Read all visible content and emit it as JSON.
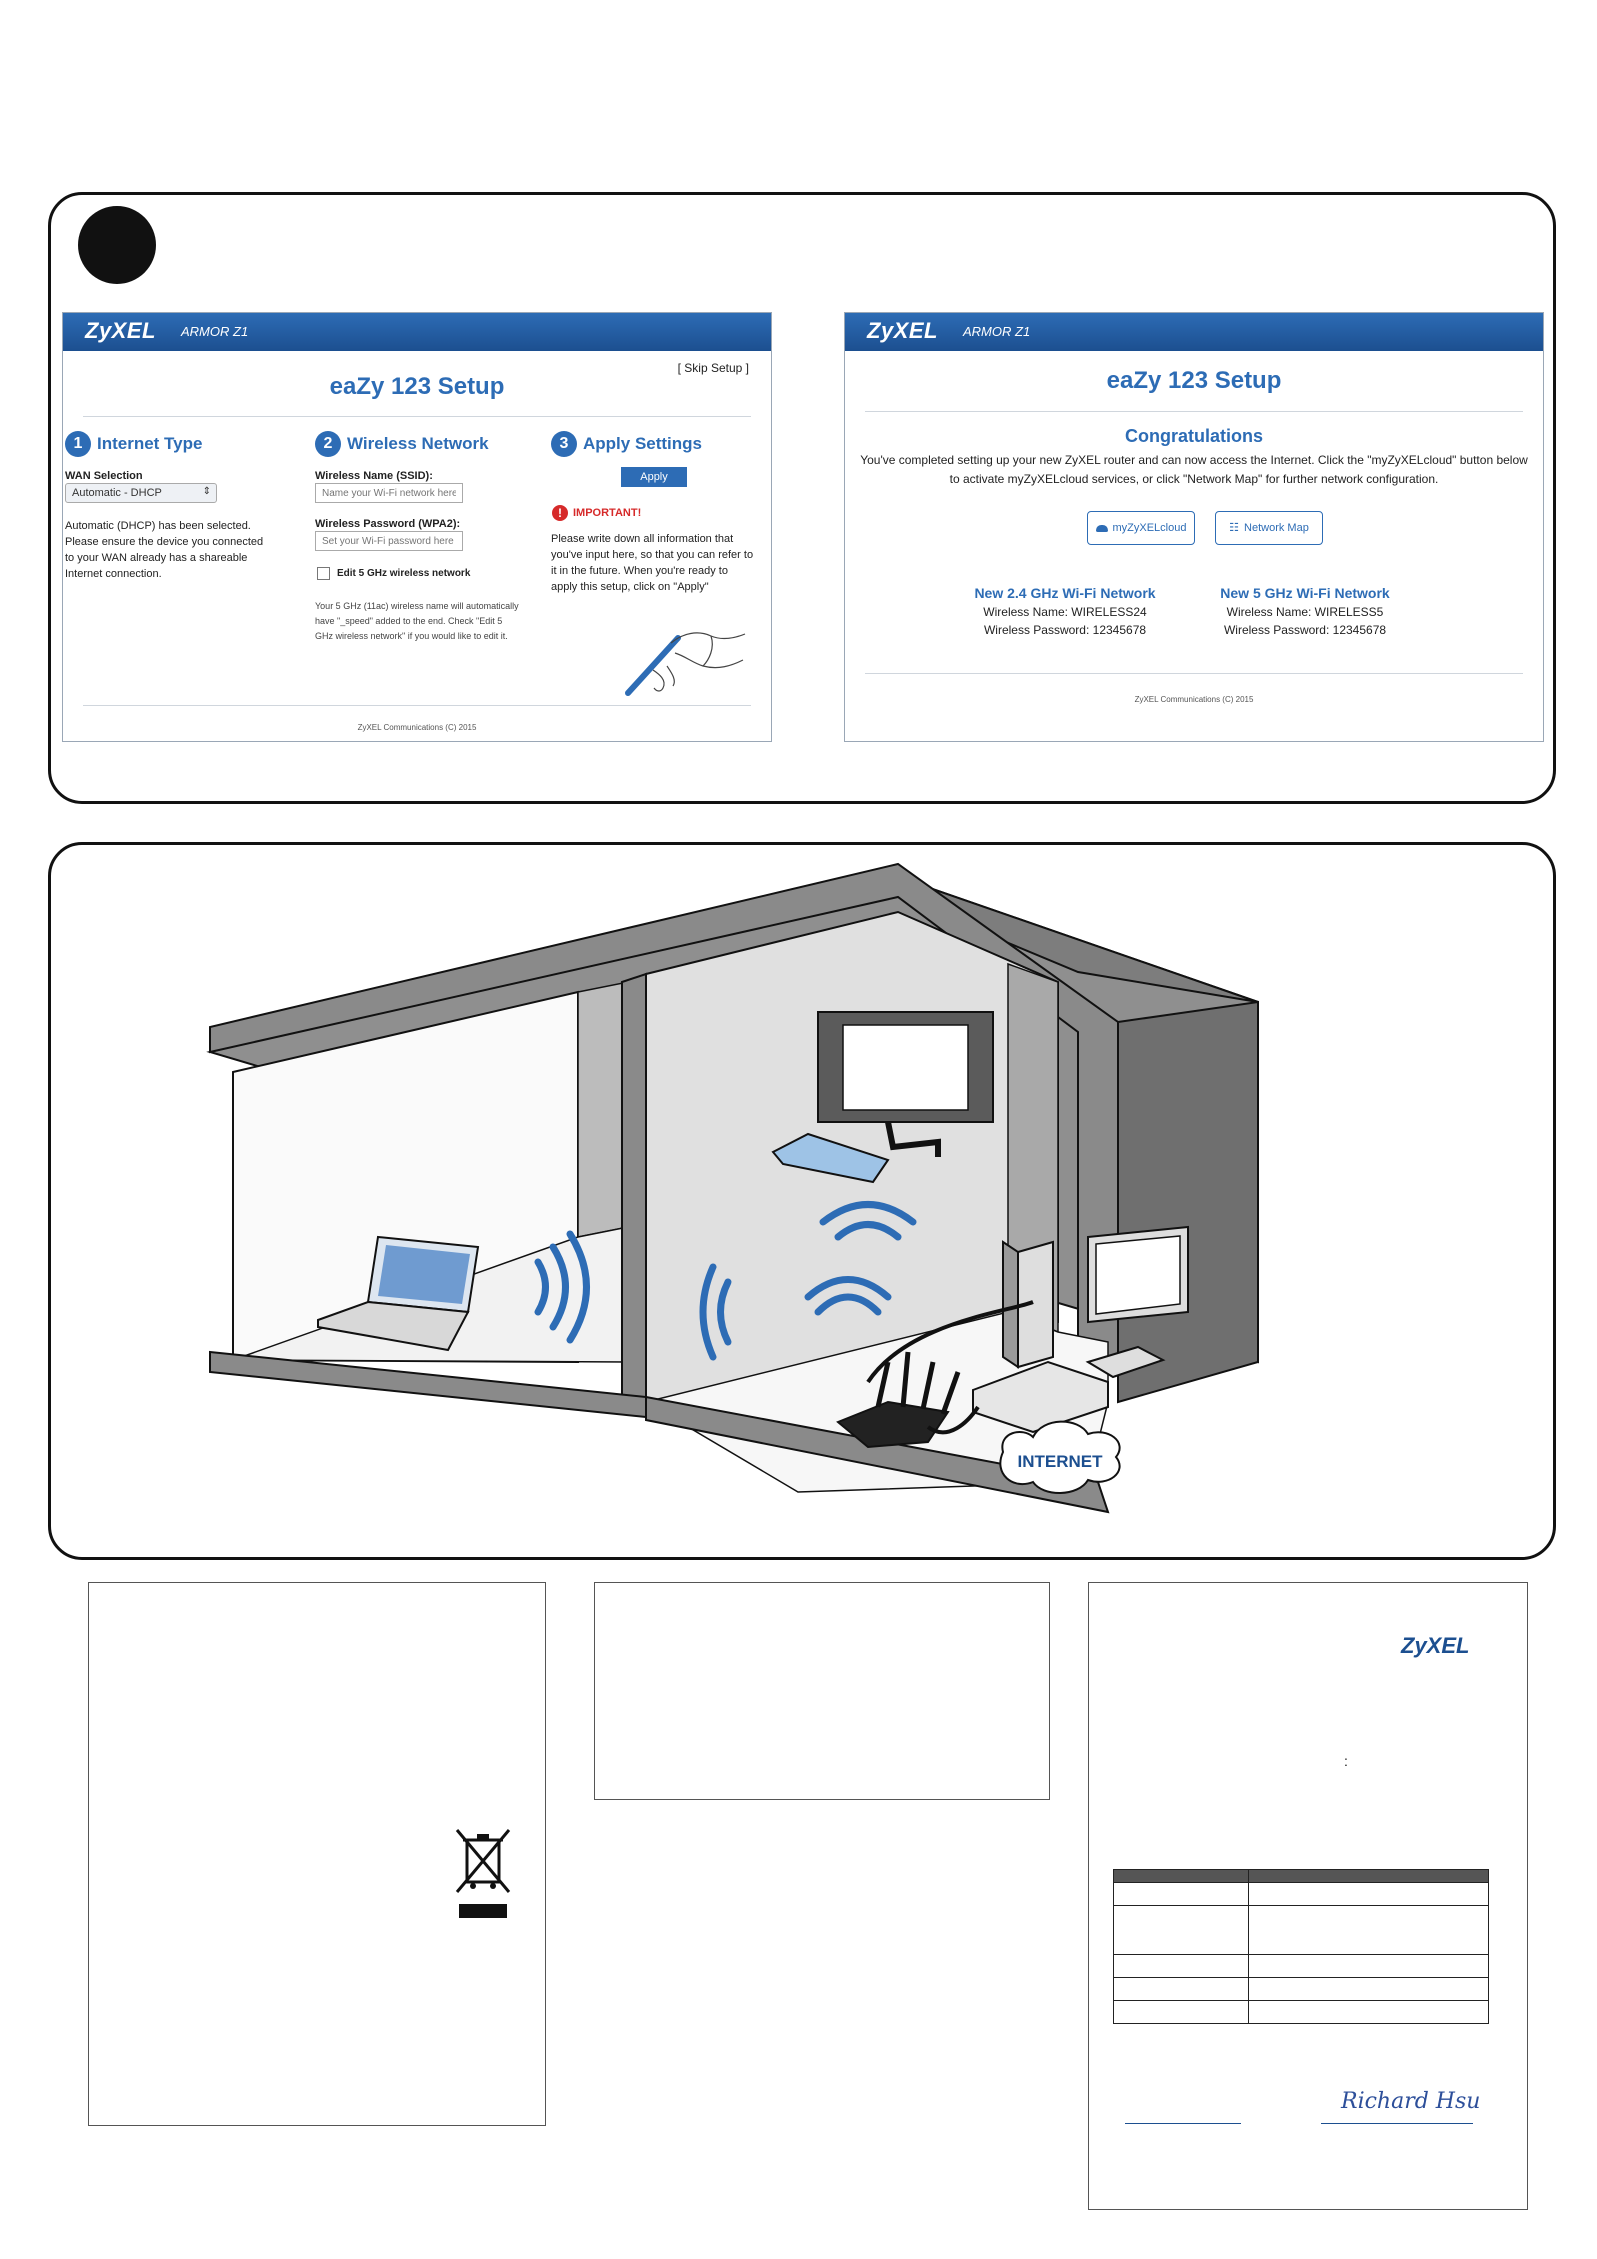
{
  "screen1": {
    "brand": "ZyXEL",
    "model": "ARMOR Z1",
    "skip_setup": "[ Skip Setup ]",
    "title": "eaZy 123 Setup",
    "col1": {
      "number": "1",
      "heading": "Internet Type",
      "wan_label": "WAN Selection",
      "wan_value": "Automatic - DHCP",
      "info": "Automatic (DHCP) has been selected. Please ensure the device you connected to your WAN already has a shareable Internet connection."
    },
    "col2": {
      "number": "2",
      "heading": "Wireless Network",
      "ssid_label": "Wireless Name (SSID):",
      "ssid_placeholder": "Name your Wi-Fi network here",
      "pass_label": "Wireless Password (WPA2):",
      "pass_placeholder": "Set your Wi-Fi password here",
      "edit5g": "Edit 5 GHz wireless network",
      "note": "Your 5 GHz (11ac) wireless name will automatically have \"_speed\" added to the end. Check \"Edit 5 GHz wireless network\" if you would like to edit it."
    },
    "col3": {
      "number": "3",
      "heading": "Apply Settings",
      "apply": "Apply",
      "important": "IMPORTANT!",
      "info": "Please write down all information that you've input here, so that you can refer to it in the future. When you're ready to apply this setup, click on \"Apply\""
    },
    "footer": "ZyXEL Communications (C) 2015"
  },
  "screen2": {
    "brand": "ZyXEL",
    "model": "ARMOR Z1",
    "title": "eaZy 123 Setup",
    "congrats": "Congratulations",
    "message": "You've completed setting up your new ZyXEL router and can now access the Internet. Click the \"myZyXELcloud\" button below to activate myZyXELcloud services, or click \"Network Map\" for further network configuration.",
    "btn_cloud": "myZyXELcloud",
    "btn_map": "Network Map",
    "net24": {
      "heading": "New 2.4 GHz Wi-Fi Network",
      "name": "Wireless Name: WIRELESS24",
      "password": "Wireless Password: 12345678"
    },
    "net5": {
      "heading": "New 5 GHz Wi-Fi Network",
      "name": "Wireless Name: WIRELESS5",
      "password": "Wireless Password: 12345678"
    },
    "footer": "ZyXEL Communications (C) 2015"
  },
  "illustration": {
    "internet_label": "INTERNET"
  },
  "doc_box3": {
    "brand": "ZyXEL",
    "colon": ":",
    "signature": "Richard Hsu"
  }
}
